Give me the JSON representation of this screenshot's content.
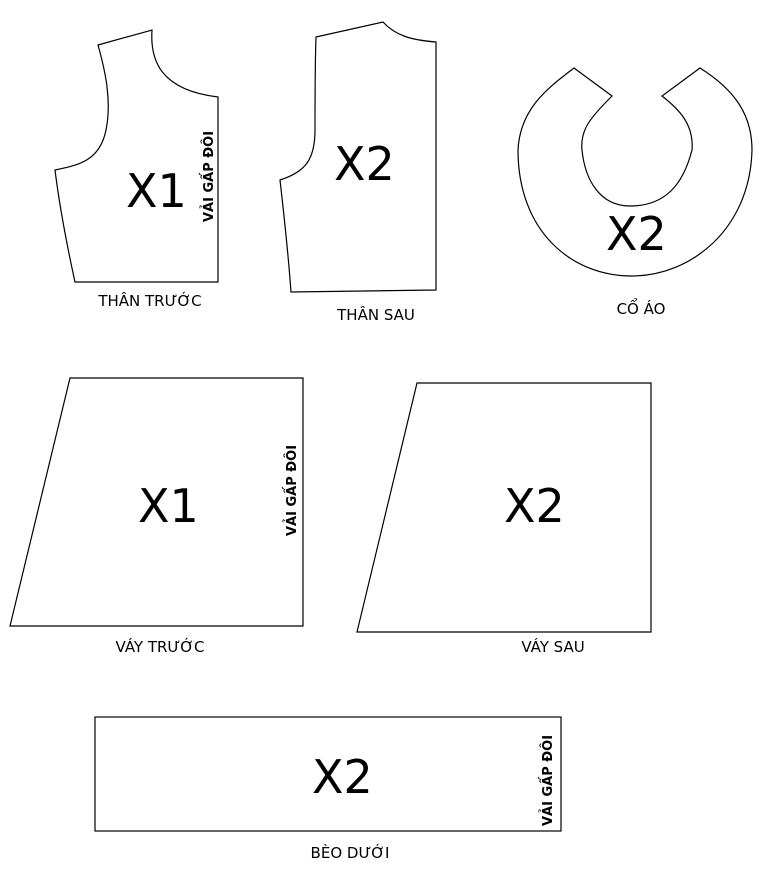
{
  "fold_note": "VẢI GẤP ĐÔI",
  "pieces": [
    {
      "name": "THÂN TRƯỚC",
      "qty": "X1",
      "fold": true
    },
    {
      "name": "THÂN SAU",
      "qty": "X2",
      "fold": false
    },
    {
      "name": "CỔ ÁO",
      "qty": "X2",
      "fold": false
    },
    {
      "name": "VÁY TRƯỚC",
      "qty": "X1",
      "fold": true
    },
    {
      "name": "VÁY SAU",
      "qty": "X2",
      "fold": false
    },
    {
      "name": "BÈO DƯỚI",
      "qty": "X2",
      "fold": true
    }
  ]
}
